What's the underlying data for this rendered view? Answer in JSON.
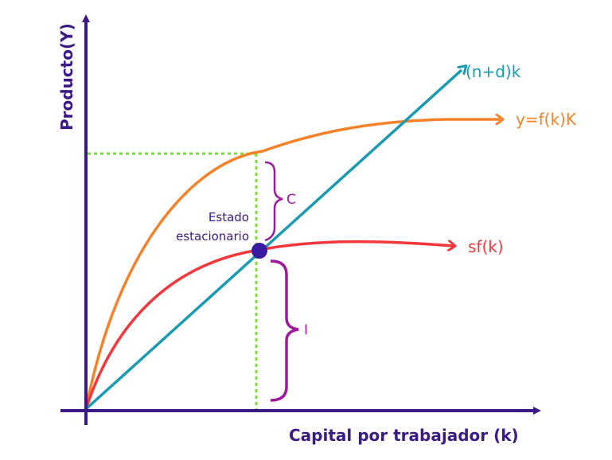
{
  "axes": {
    "y_title": "Producto(Y)",
    "x_title": "Capital por trabajador (k)"
  },
  "curves": {
    "depreciation": {
      "label": "(n+d)k",
      "color": "#1b9bb2"
    },
    "production": {
      "label": "y=f(k)K",
      "color": "#f5822a"
    },
    "savings": {
      "label": "sf(k)",
      "color": "#f2383c"
    }
  },
  "steady_state": {
    "label_line1": "Estado",
    "label_line2": "estacionario",
    "point_color": "#3a1aa0"
  },
  "braces": {
    "consumption": {
      "label": "C",
      "color": "#9b1a9b"
    },
    "investment": {
      "label": "I",
      "color": "#9b1a9b"
    }
  },
  "colors": {
    "axis": "#3b1a86",
    "guide": "#7ddc3a"
  }
}
